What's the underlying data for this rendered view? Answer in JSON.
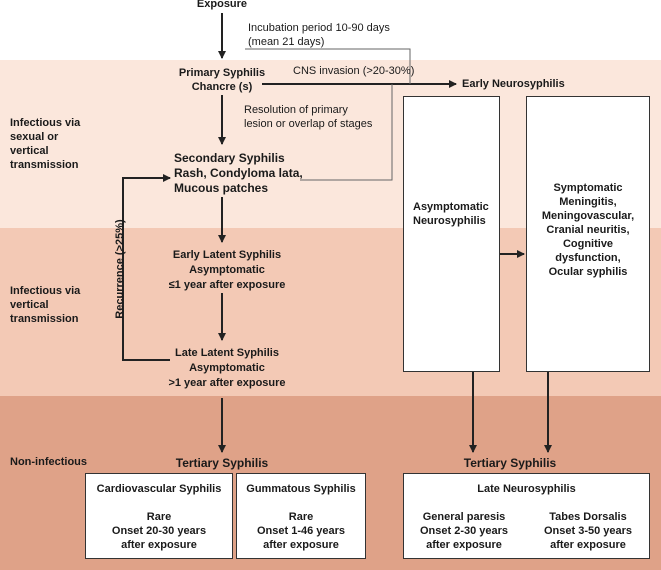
{
  "colors": {
    "band1": "#fbe7dc",
    "band2": "#f3c9b5",
    "band3": "#dfa288",
    "line": "#222222"
  },
  "nodes": {
    "exposure": "Exposure",
    "incubation": [
      "Incubation period 10-90 days",
      "(mean 21 days)"
    ],
    "primary": [
      "Primary Syphilis",
      "Chancre (s)"
    ],
    "cns": "CNS invasion (>20-30%)",
    "early_neuro": "Early Neurosyphilis",
    "resolution": [
      "Resolution of primary",
      "lesion or overlap of stages"
    ],
    "secondary": [
      "Secondary Syphilis",
      "Rash, Condyloma lata,",
      "Mucous patches"
    ],
    "recurrence": "Recurrence (>25%)",
    "early_latent": [
      "Early Latent Syphilis",
      "Asymptomatic",
      "≤1 year after exposure"
    ],
    "late_latent": [
      "Late Latent Syphilis",
      "Asymptomatic",
      ">1 year after exposure"
    ],
    "asymptomatic_neuro": [
      "Asymptomatic",
      "Neurosyphilis"
    ],
    "symptomatic_neuro": [
      "Symptomatic",
      "Meningitis,",
      "Meningovascular,",
      "Cranial neuritis,",
      "Cognitive",
      "dysfunction,",
      "Ocular syphilis"
    ],
    "tertiary_left": "Tertiary Syphilis",
    "tertiary_right": "Tertiary Syphilis",
    "cardio": [
      "Cardiovascular Syphilis",
      "Rare",
      "Onset 20-30 years",
      "after exposure"
    ],
    "gumma": [
      "Gummatous Syphilis",
      "Rare",
      "Onset 1-46 years",
      "after exposure"
    ],
    "late_neuro_title": "Late Neurosyphilis",
    "paresis": [
      "General paresis",
      "Onset 2-30 years",
      "after exposure"
    ],
    "tabes": [
      "Tabes Dorsalis",
      "Onset 3-50 years",
      "after exposure"
    ]
  },
  "side_labels": {
    "sexual": [
      "Infectious via",
      "sexual or",
      "vertical",
      "transmission"
    ],
    "vertical": [
      "Infectious via",
      "vertical",
      "transmission"
    ],
    "noninf": "Non-infectious"
  }
}
